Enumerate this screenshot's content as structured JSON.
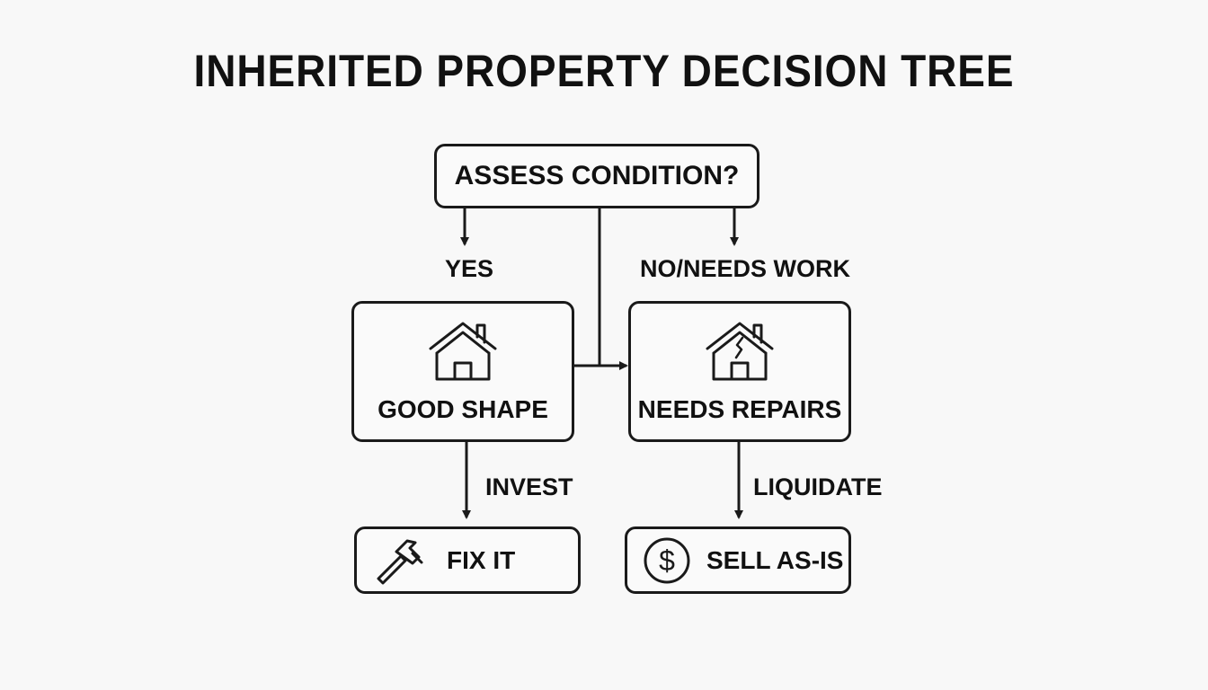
{
  "title": "INHERITED PROPERTY DECISION TREE",
  "nodes": {
    "root": {
      "label": "ASSESS CONDITION?"
    },
    "good": {
      "label": "GOOD SHAPE",
      "icon": "house-icon"
    },
    "repairs": {
      "label": "NEEDS REPAIRS",
      "icon": "cracked-house-icon"
    },
    "fix": {
      "label": "FIX IT",
      "icon": "hammer-icon"
    },
    "sell": {
      "label": "SELL AS-IS",
      "icon": "dollar-coin-icon"
    }
  },
  "edges": {
    "yes": "YES",
    "no": "NO/NEEDS WORK",
    "invest": "INVEST",
    "liquidate": "LIQUIDATE"
  },
  "colors": {
    "background": "#f8f8f8",
    "ink": "#1a1a1a"
  }
}
